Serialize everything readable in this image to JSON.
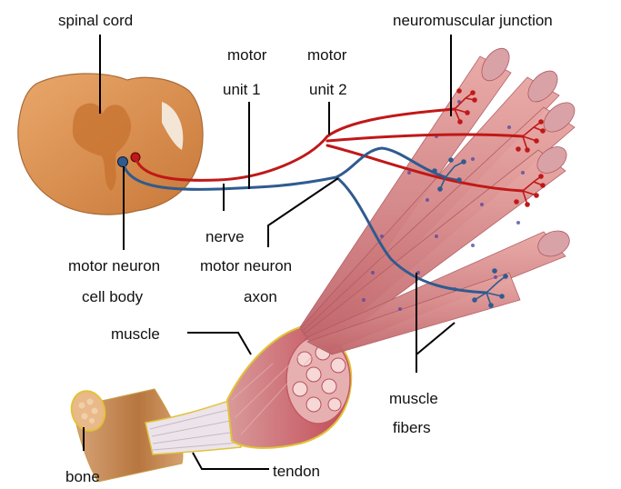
{
  "labels": {
    "spinal_cord": "spinal cord",
    "neuromuscular_junction": "neuromuscular junction",
    "motor_unit_1_line1": "motor",
    "motor_unit_1_line2": "unit 1",
    "motor_unit_2_line1": "motor",
    "motor_unit_2_line2": "unit 2",
    "nerve": "nerve",
    "motor_neuron_cell_body_line1": "motor neuron",
    "motor_neuron_cell_body_line2": "cell body",
    "motor_neuron_axon_line1": "motor neuron",
    "motor_neuron_axon_line2": "axon",
    "muscle": "muscle",
    "muscle_fibers_line1": "muscle",
    "muscle_fibers_line2": "fibers",
    "bone": "bone",
    "tendon": "tendon"
  },
  "colors": {
    "motor_unit_1": "#2f5b8f",
    "motor_unit_2": "#c01818",
    "spinal_cord": "#d9894a",
    "fiber": "#c86a70",
    "bone": "#c88a55"
  }
}
